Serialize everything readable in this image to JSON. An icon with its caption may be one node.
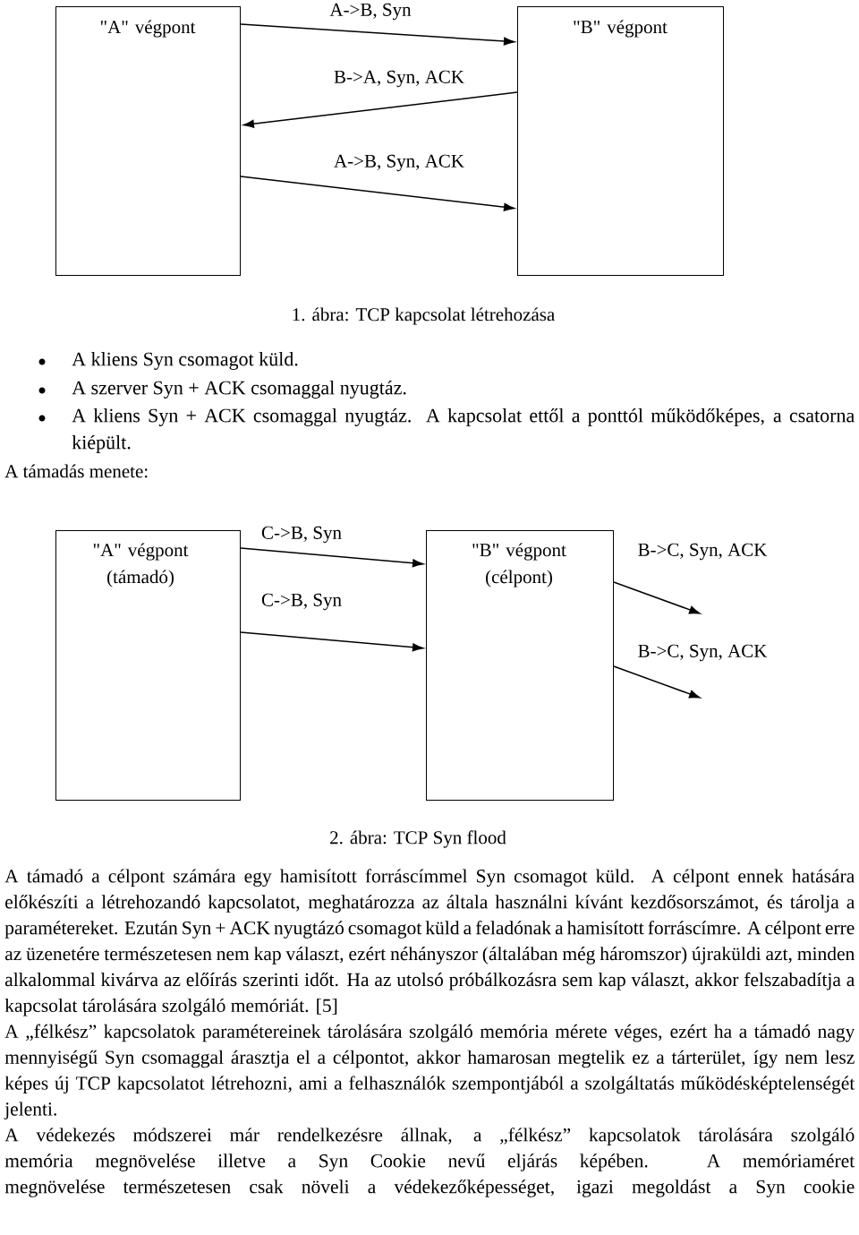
{
  "diagram": {
    "nodes": [
      {
        "text": [
          "\"A\" végpont"
        ]
      },
      {
        "text": [
          "\"B\" végpont"
        ]
      },
      {
        "text": [
          "\"A\" végpont (támadó)"
        ]
      },
      {
        "text": [
          "\"B\" végpont (célpont)"
        ]
      }
    ],
    "edges": [
      {
        "from": 0,
        "to": 1,
        "arrow": "to",
        "label": "A->B, Syn"
      },
      {
        "from": 1,
        "to": 0,
        "arrow": "to",
        "label": "B->A, Syn, ACK"
      },
      {
        "from": 0,
        "to": 1,
        "arrow": "to",
        "label": "A->B, Syn, ACK"
      },
      {
        "from": 2,
        "to": 3,
        "arrow": "to",
        "label": "C->B, Syn"
      },
      {
        "from": 2,
        "to": 3,
        "arrow": "to",
        "label": "C->B, Syn"
      },
      {
        "from": 3,
        "to": null,
        "arrow": "to",
        "label": "B->C, Syn, ACK"
      },
      {
        "from": 3,
        "to": null,
        "arrow": "to",
        "label": "B->C, Syn, ACK"
      }
    ],
    "labels": [
      "1. ábra: TCP kapcsolat létrehozása",
      "A kliens Syn csomagot küld.",
      "A szerver Syn + ACK csomaggal nyugtáz.",
      "A kliens Syn + ACK csomaggal nyugtáz. A kapcsolat ettől a ponttól működőképes, a csatorna kiépült.",
      "A támadás menete:",
      "2. ábra: TCP Syn flood",
      "A támadó a célpont számára egy hamisított forráscímmel Syn csomagot küld. A célpont ennek hatására előkészíti a létrehozandó kapcsolatot, meghatározza az általa használni kívánt kezdősorszámot, és tárolja a paramétereket. Ezután Syn + ACK nyugtázó csomagot küld a feladónak a hamisított forráscímre. A célpont erre az üzenetére természetesen nem kap választ, ezért néhányszor (általában még háromszor) újraküldi azt, minden alkalommal kivárva az előírás szerinti időt. Ha az utolsó próbálkozásra sem kap választ, akkor felszabadítja a kapcsolat tárolására szolgáló memóriát. [5]",
      "A „félkész” kapcsolatok paramétereinek tárolására szolgáló memória mérete véges, ezért ha a támadó nagy mennyiségű Syn csomaggal árasztja el a célpontot, akkor hamarosan megtelik ez a tárterület, így nem lesz képes új TCP kapcsolatot létrehozni, ami a felhasználók szempontjából a szolgáltatás működésképtelenségét jelenti.",
      "A védekezés módszerei már rendelkezésre állnak, a „félkész” kapcsolatok tárolására szolgáló memória megnövelése illetve a Syn Cookie nevű eljárás képében. A memóriaméret megnövelése természetesen csak növeli a védekezőképességet, igazi megoldást a Syn cookie"
    ]
  }
}
